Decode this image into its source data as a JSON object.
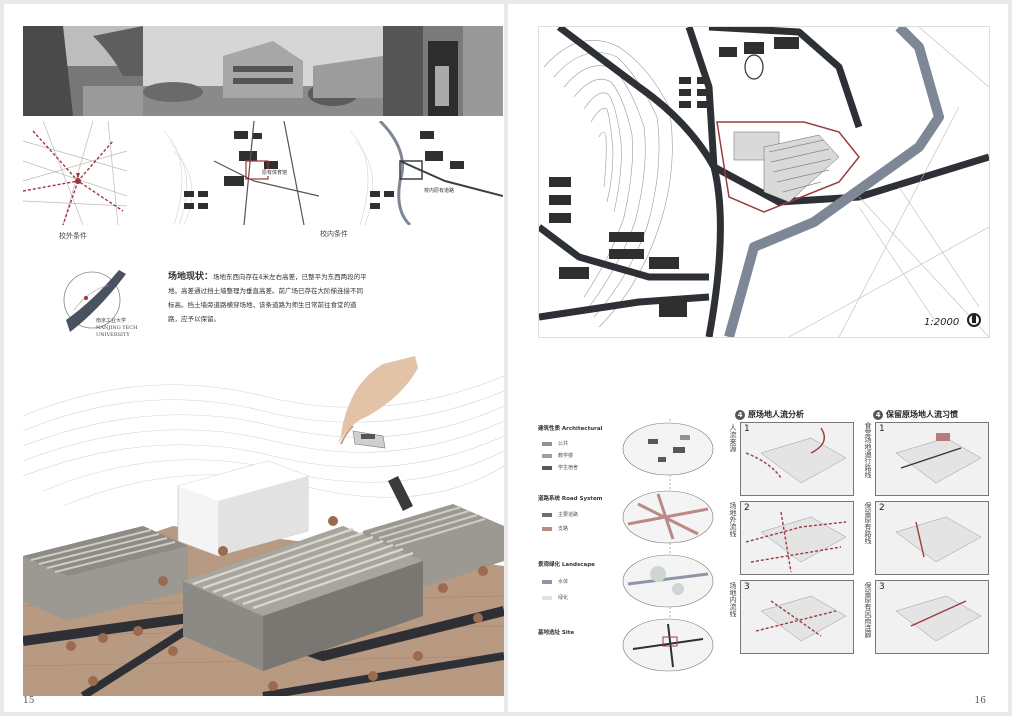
{
  "left_page": {
    "page_number": "15",
    "top_caption_left": "校外条件",
    "top_caption_right": "校内条件",
    "map2_tag": "原有体育馆",
    "map3_tag": "校内原有道路",
    "site_title": "场地现状：",
    "site_text": "场地东西向存在4米左右高差，已整平为东西两段的平地。高差通过挡土墙整理为垂直高差。前广场已存在大阶梯连接不同标高。挡土墙旁道路横穿场地，该条道路为师生日常前往食堂的道路，应予以保留。",
    "logo_cn": "南京工业大学",
    "logo_en1": "NANJING TECH",
    "logo_en2": "UNIVERSITY"
  },
  "right_page": {
    "page_number": "16",
    "scale_label": "1:2000",
    "analysis_sections": [
      {
        "title": "建筑性质 Architectural",
        "legend": [
          {
            "label": "公共",
            "color": "#9a8f90"
          },
          {
            "label": "教学楼",
            "color": "#9aa1a3"
          },
          {
            "label": "学生宿舍",
            "color": "#55585c"
          }
        ]
      },
      {
        "title": "道路系统 Road System",
        "legend": [
          {
            "label": "主要道路",
            "color": "#6f6f6f"
          },
          {
            "label": "支路",
            "color": "#b98a86"
          }
        ]
      },
      {
        "title": "景观绿化 Landscape",
        "legend": [
          {
            "label": "水体",
            "color": "#8d96a6"
          },
          {
            "label": "绿化",
            "color": "#e0e4e0"
          }
        ]
      },
      {
        "title": "基地选址 Site",
        "legend": []
      }
    ],
    "flow_left_title": "原场地人流分析",
    "flow_right_title": "保留原场地人流习惯",
    "flow_left_badge": "4",
    "flow_right_badge": "4",
    "flow_left_labels": [
      "人流来源",
      "场地外流线",
      "场地内流线"
    ],
    "flow_right_labels": [
      "食堂场地通行路线",
      "保留原有路线",
      "保留原有风雨连廊"
    ],
    "panel_numbers": [
      "1",
      "2",
      "3"
    ]
  },
  "colors": {
    "road_dark": "#3c3f44",
    "site_red": "#9c3b3f",
    "accent_pink": "#b67c7c",
    "ground": "#b89a82"
  }
}
